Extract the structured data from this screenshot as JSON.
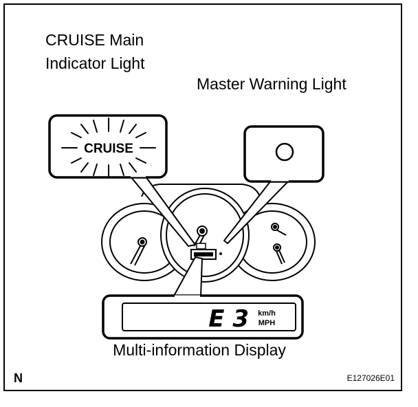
{
  "labels": {
    "cruise_line1": "CRUISE Main",
    "cruise_line2": "Indicator Light",
    "master_warning": "Master Warning Light",
    "multi_info": "Multi-information Display",
    "corner_mark": "N",
    "figure_code": "E127026E01"
  },
  "cruise_callout": {
    "text": "CRUISE"
  },
  "display": {
    "code": "E 3",
    "unit_top": "km/h",
    "unit_bottom": "MPH"
  }
}
